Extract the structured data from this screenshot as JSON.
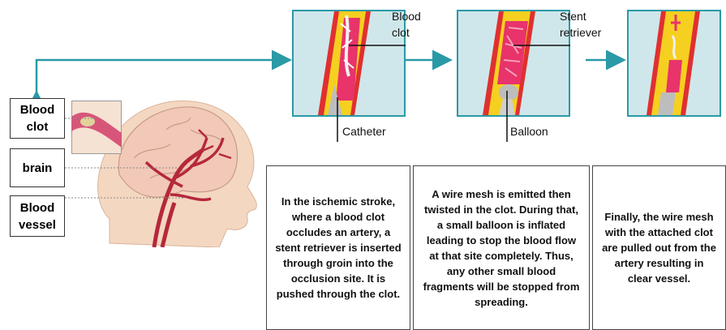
{
  "labels": {
    "blood_clot": "Blood clot",
    "brain": "brain",
    "blood_vessel": "Blood vessel"
  },
  "callouts": {
    "blood_clot": "Blood clot",
    "stent_retriever": "Stent retriever",
    "catheter": "Catheter",
    "balloon": "Balloon"
  },
  "descriptions": {
    "step1": "In the ischemic stroke, where a blood clot occludes an artery, a stent retriever is inserted through groin into the occlusion site. It is pushed through the clot.",
    "step2": "A wire mesh is emitted then twisted in the clot. During that, a small balloon is inflated leading to stop the blood flow at that site completely. Thus, any other small blood fragments will be stopped from spreading.",
    "step3": "Finally, the wire mesh with the attached clot are pulled out from the artery resulting in clear vessel."
  },
  "colors": {
    "arrow": "#2a9aa6",
    "vessel_wall": "#e03030",
    "vessel_inner": "#f5d020",
    "clot": "#e8336b"
  }
}
